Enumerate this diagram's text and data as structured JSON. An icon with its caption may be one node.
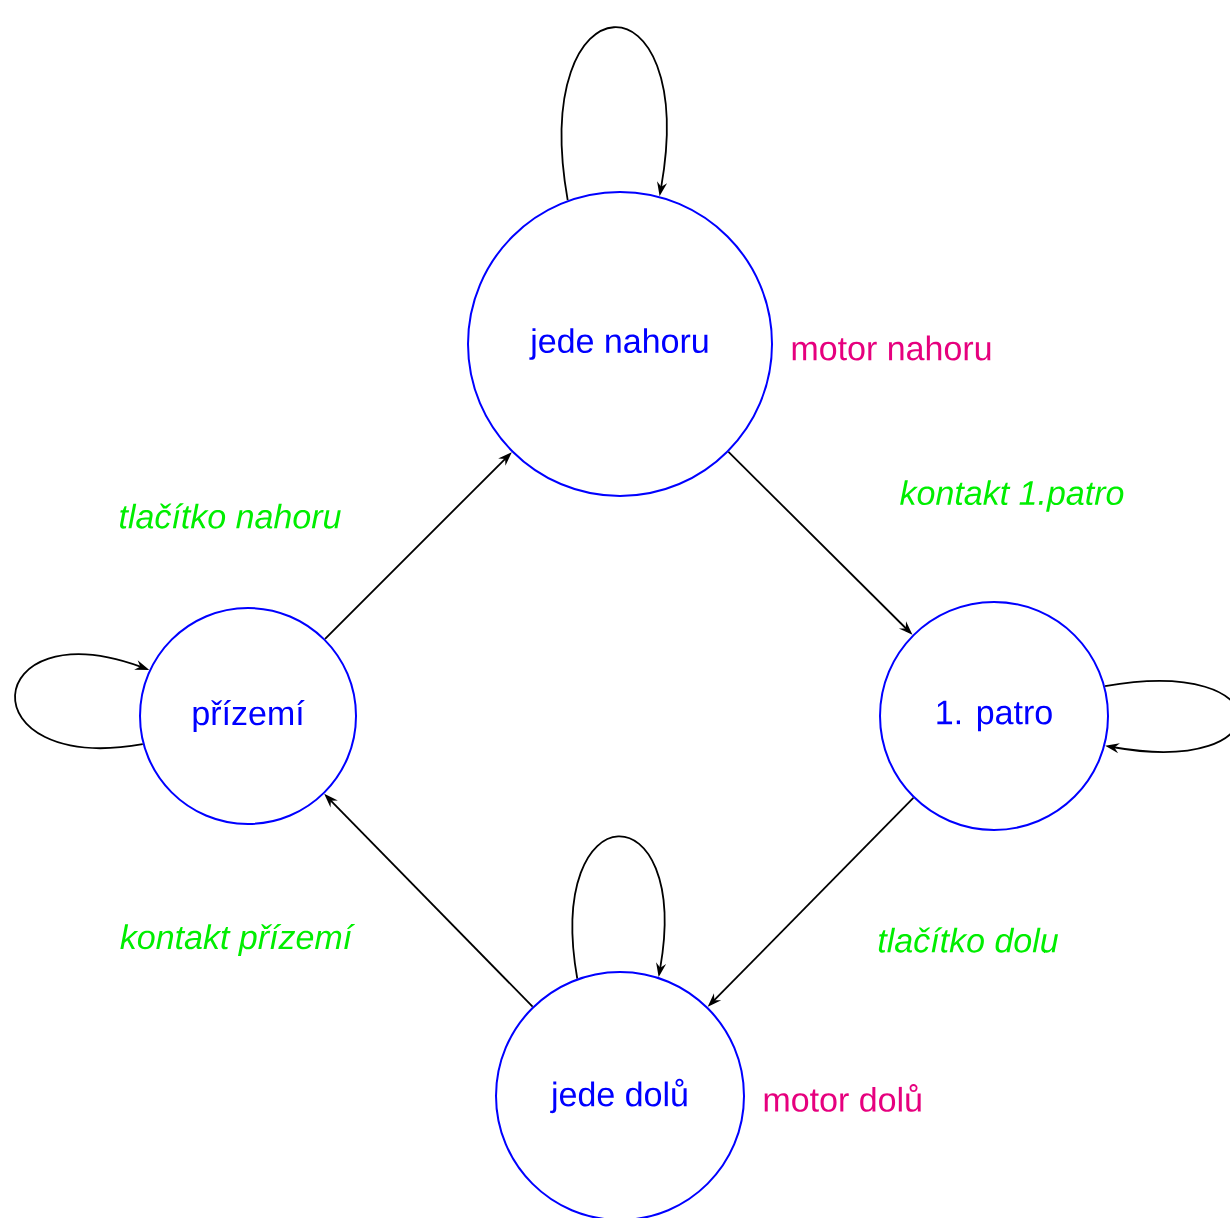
{
  "diagram": {
    "nodes": [
      {
        "text": [
          "jede nahoru"
        ],
        "beside": [
          "motor nahoru"
        ]
      },
      {
        "text": [
          "přízemí"
        ]
      },
      {
        "text": [
          "1. patro"
        ]
      },
      {
        "text": [
          "jede dolů"
        ],
        "beside": [
          "motor dolů"
        ]
      }
    ],
    "edges": [
      {
        "from": 0,
        "to": 0,
        "arrow": "to"
      },
      {
        "from": 1,
        "to": 0,
        "arrow": "to",
        "label": "tlačítko nahoru"
      },
      {
        "from": 0,
        "to": 2,
        "arrow": "to",
        "label": "kontakt 1.patro"
      },
      {
        "from": 1,
        "to": 1,
        "arrow": "to"
      },
      {
        "from": 2,
        "to": 2,
        "arrow": "to"
      },
      {
        "from": 3,
        "to": 3,
        "arrow": "to"
      },
      {
        "from": 2,
        "to": 3,
        "arrow": "to",
        "label": "tlačítko dolu"
      },
      {
        "from": 3,
        "to": 1,
        "arrow": "to",
        "label": "kontakt přízemí"
      }
    ]
  }
}
